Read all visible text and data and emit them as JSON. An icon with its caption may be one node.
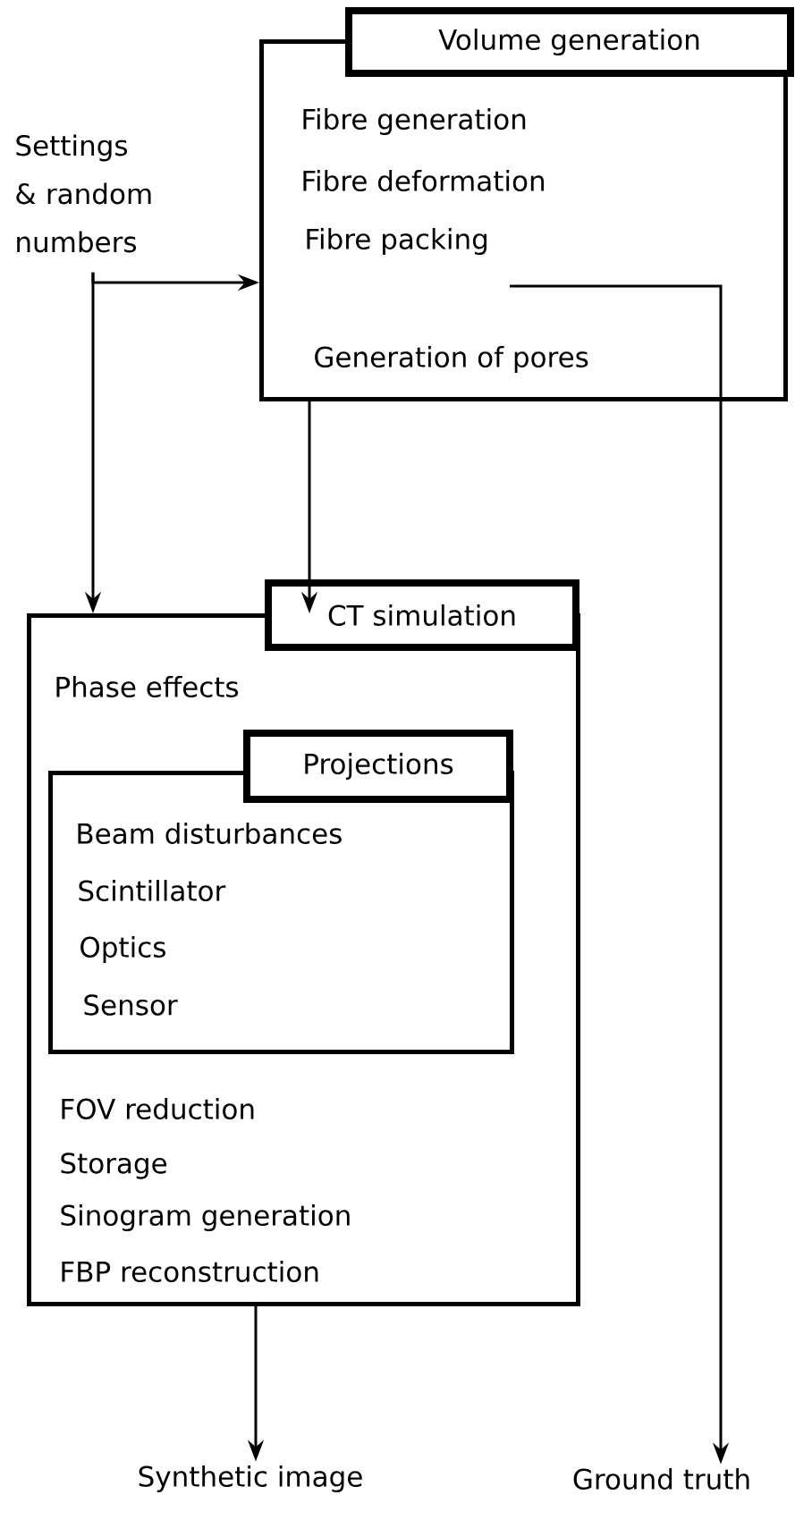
{
  "diagram": {
    "nodes": [
      {
        "text": [
          "Volume generation",
          "Fibre generation",
          "Fibre deformation",
          "Fibre packing",
          "Generation of pores"
        ]
      },
      {
        "text": [
          "Settings & random numbers"
        ]
      },
      {
        "text": [
          "CT simulation",
          "Phase effects",
          "FOV reduction",
          "Storage",
          "Sinogram generation",
          "FBP reconstruction"
        ]
      },
      {
        "text": [
          "Projections",
          "Beam disturbances",
          "Scintillator",
          "Optics",
          "Sensor"
        ],
        "in": 2
      },
      {
        "text": [
          "Synthetic image"
        ]
      },
      {
        "text": [
          "Ground truth"
        ]
      }
    ],
    "edges": [
      {
        "from": 1,
        "to": 0,
        "arrow": "to"
      },
      {
        "from": 1,
        "to": 2,
        "arrow": "to"
      },
      {
        "from": 0,
        "to": 2,
        "arrow": "to"
      },
      {
        "from": 0,
        "to": 5,
        "arrow": "to"
      },
      {
        "from": 2,
        "to": 4,
        "arrow": "to"
      }
    ]
  }
}
